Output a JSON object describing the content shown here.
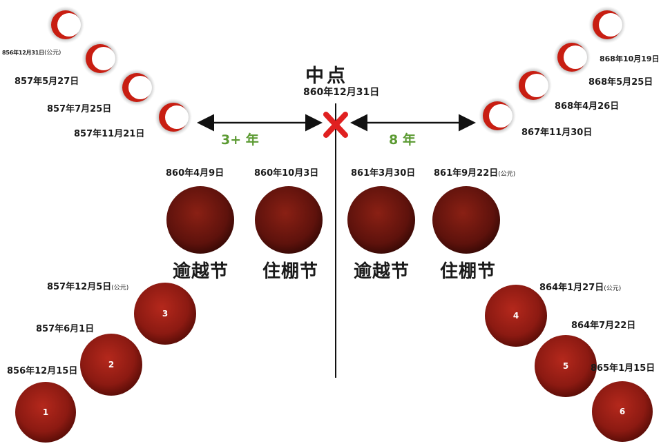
{
  "midpoint": {
    "title": "中点",
    "date": "860年12月31日",
    "marker": "X"
  },
  "spans": {
    "left": "3+ 年",
    "right": "8 年"
  },
  "eclipses_left": [
    {
      "date": "856年12月31日",
      "note": "(公元)"
    },
    {
      "date": "857年5月27日"
    },
    {
      "date": "857年7月25日"
    },
    {
      "date": "857年11月21日"
    }
  ],
  "eclipses_right": [
    {
      "date": "868年10月19日"
    },
    {
      "date": "868年5月25日"
    },
    {
      "date": "868年4月26日"
    },
    {
      "date": "867年11月30日"
    }
  ],
  "center_moons": [
    {
      "date": "860年4月9日",
      "festival": "逾越节"
    },
    {
      "date": "860年10月3日",
      "festival": "住棚节"
    },
    {
      "date": "861年3月30日",
      "festival": "逾越节"
    },
    {
      "date": "861年9月22日",
      "note": "(公元)",
      "festival": "住棚节"
    }
  ],
  "blood_moons_left": [
    {
      "number": "3",
      "date": "857年12月5日",
      "note": "(公元)"
    },
    {
      "number": "2",
      "date": "857年6月1日"
    },
    {
      "number": "1",
      "date": "856年12月15日"
    }
  ],
  "blood_moons_right": [
    {
      "number": "4",
      "date": "864年1月27日",
      "note": "(公元)"
    },
    {
      "number": "5",
      "date": "864年7月22日"
    },
    {
      "number": "6",
      "date": "865年1月15日"
    }
  ],
  "colors": {
    "moon": "#8c1a12",
    "arrow": "#111111",
    "marker": "#e02020",
    "years": "#5b9a32"
  }
}
